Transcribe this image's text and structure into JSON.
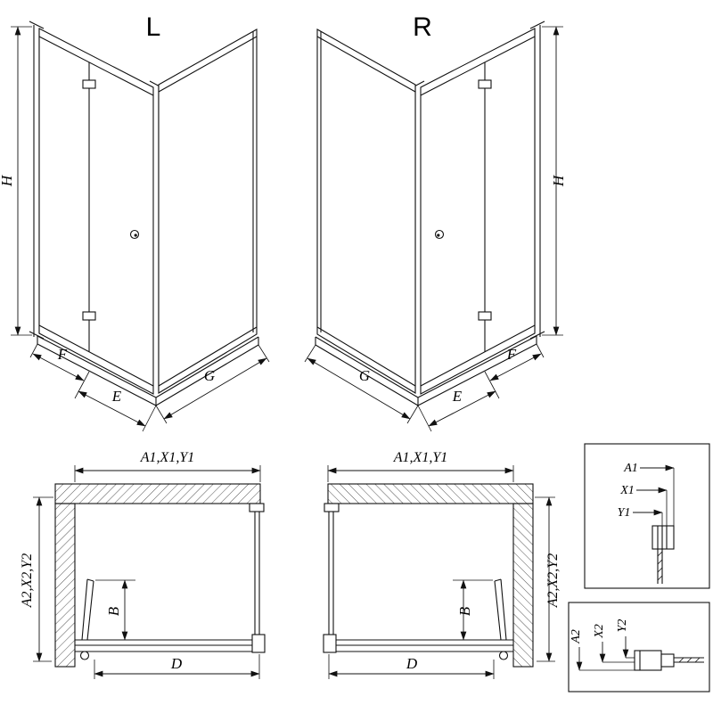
{
  "page": {
    "background": "#ffffff",
    "line_color": "#111111"
  },
  "views": {
    "l_3d": {
      "label": "L",
      "dim_h": "H",
      "dim_f": "F",
      "dim_e": "E",
      "dim_g": "G"
    },
    "r_3d": {
      "label": "R",
      "dim_h": "H",
      "dim_f": "F",
      "dim_e": "E",
      "dim_g": "G"
    },
    "l_plan": {
      "dim_top": "A1,X1,Y1",
      "dim_depth": "A2,X2,Y2",
      "dim_b": "B",
      "dim_d": "D"
    },
    "r_plan": {
      "dim_top": "A1,X1,Y1",
      "dim_depth": "A2,X2,Y2",
      "dim_b": "B",
      "dim_d": "D"
    },
    "detail_top": {
      "dim_a1": "A1",
      "dim_x1": "X1",
      "dim_y1": "Y1"
    },
    "detail_bottom": {
      "dim_a2": "A2",
      "dim_x2": "X2",
      "dim_y2": "Y2"
    }
  }
}
